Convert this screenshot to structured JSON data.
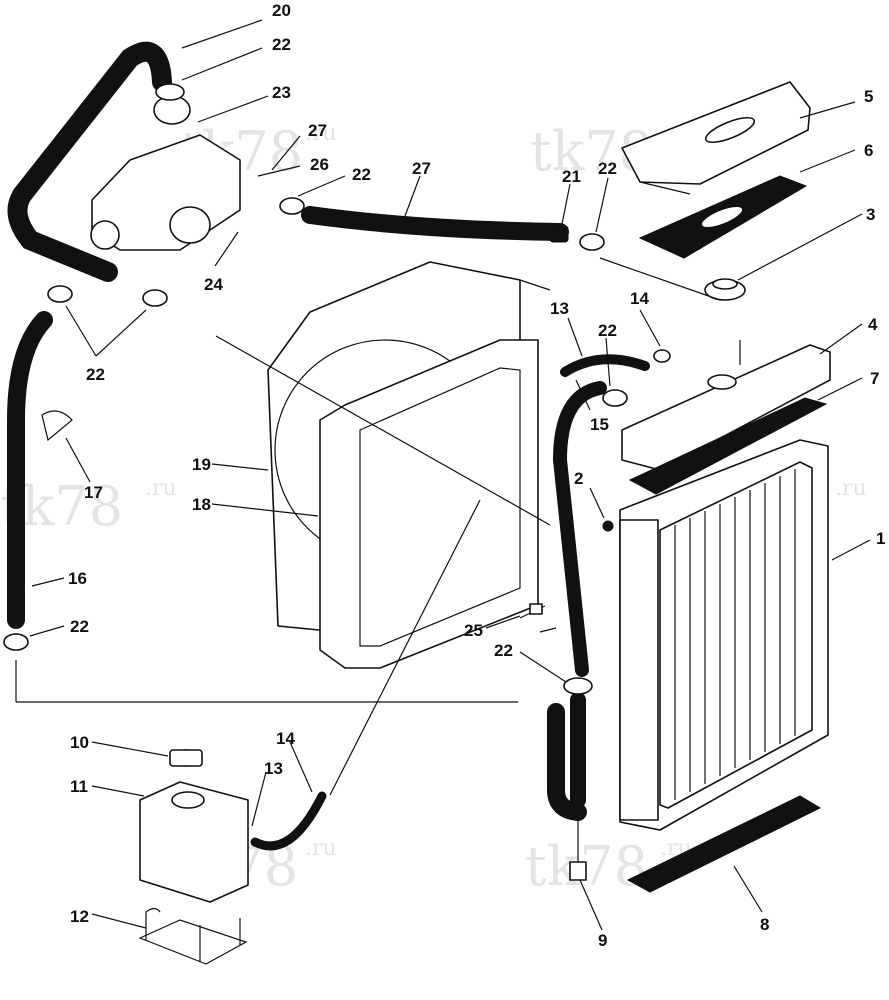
{
  "watermark": {
    "text": "tk78",
    "suffix": ".ru"
  },
  "callouts": [
    {
      "id": "c20",
      "label": "20"
    },
    {
      "id": "c22a",
      "label": "22"
    },
    {
      "id": "c23",
      "label": "23"
    },
    {
      "id": "c27a",
      "label": "27"
    },
    {
      "id": "c26",
      "label": "26"
    },
    {
      "id": "c22b",
      "label": "22"
    },
    {
      "id": "c27b",
      "label": "27"
    },
    {
      "id": "c21",
      "label": "21"
    },
    {
      "id": "c22c",
      "label": "22"
    },
    {
      "id": "c5",
      "label": "5"
    },
    {
      "id": "c6",
      "label": "6"
    },
    {
      "id": "c3",
      "label": "3"
    },
    {
      "id": "c24",
      "label": "24"
    },
    {
      "id": "c22d",
      "label": "22"
    },
    {
      "id": "c4",
      "label": "4"
    },
    {
      "id": "c7",
      "label": "7"
    },
    {
      "id": "c13a",
      "label": "13"
    },
    {
      "id": "c14a",
      "label": "14"
    },
    {
      "id": "c22e",
      "label": "22"
    },
    {
      "id": "c15",
      "label": "15"
    },
    {
      "id": "c17",
      "label": "17"
    },
    {
      "id": "c19",
      "label": "19"
    },
    {
      "id": "c18",
      "label": "18"
    },
    {
      "id": "c2",
      "label": "2"
    },
    {
      "id": "c1",
      "label": "1"
    },
    {
      "id": "c16",
      "label": "16"
    },
    {
      "id": "c22f",
      "label": "22"
    },
    {
      "id": "c25",
      "label": "25"
    },
    {
      "id": "c22g",
      "label": "22"
    },
    {
      "id": "c10",
      "label": "10"
    },
    {
      "id": "c14b",
      "label": "14"
    },
    {
      "id": "c11",
      "label": "11"
    },
    {
      "id": "c13b",
      "label": "13"
    },
    {
      "id": "c12",
      "label": "12"
    },
    {
      "id": "c8",
      "label": "8"
    },
    {
      "id": "c9",
      "label": "9"
    }
  ]
}
